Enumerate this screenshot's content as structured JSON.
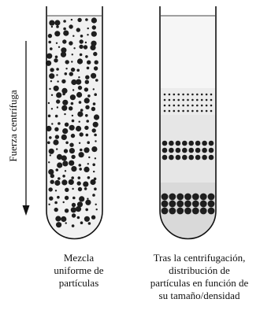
{
  "force_label": "Fuerza centrífuga",
  "left_caption": [
    "Mezcla",
    "uniforme de",
    "partículas"
  ],
  "right_caption": [
    "Tras la centrifugación,",
    "distribución de",
    "partículas en función de",
    "su tamaño/densidad"
  ],
  "colors": {
    "ink": "#111111",
    "particle": "#1e1e1e",
    "tube_fill": "#f1f1f1",
    "top_band": "#ececec",
    "liquid": "#e6e6e6",
    "bottom_band": "#d9d9d9"
  },
  "icons": {
    "arrow": "down-arrow-icon"
  }
}
